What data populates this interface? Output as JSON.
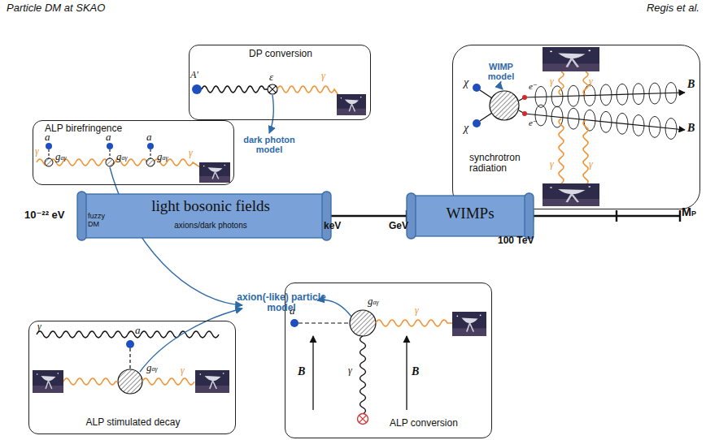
{
  "diagram": {
    "nodes": [
      {
        "text": [
          "DP conversion"
        ]
      },
      {
        "text": [
          "synchrotron radiation"
        ]
      },
      {
        "text": [
          "ALP birefringence"
        ]
      },
      {
        "text": [
          "light bosonic fields",
          "axions/dark photons",
          "fuzzy DM"
        ]
      },
      {
        "text": [
          "WIMPs"
        ]
      },
      {
        "text": [
          "ALP stimulated decay"
        ]
      },
      {
        "text": [
          "ALP conversion"
        ]
      }
    ],
    "labels": [
      "Particle DM at SKAO",
      "Regis et al.",
      "A'",
      "ε",
      "γ",
      "dark photon model",
      "WIMP model",
      "χ",
      "χ",
      "e⁻",
      "e⁻",
      "B⃗",
      "B⃗",
      "γ",
      "γ",
      "γ",
      "γ",
      "a",
      "a",
      "a",
      "gaγ",
      "gaγ",
      "gaγ",
      "γ",
      "γ",
      "10⁻²² eV",
      "keV",
      "GeV",
      "100 TeV",
      "MP",
      "axion(-like) particle model",
      "γ",
      "a",
      "gaγ",
      "γ",
      "a",
      "gaγ",
      "γ",
      "B⃗",
      "B⃗",
      "γ"
    ]
  }
}
